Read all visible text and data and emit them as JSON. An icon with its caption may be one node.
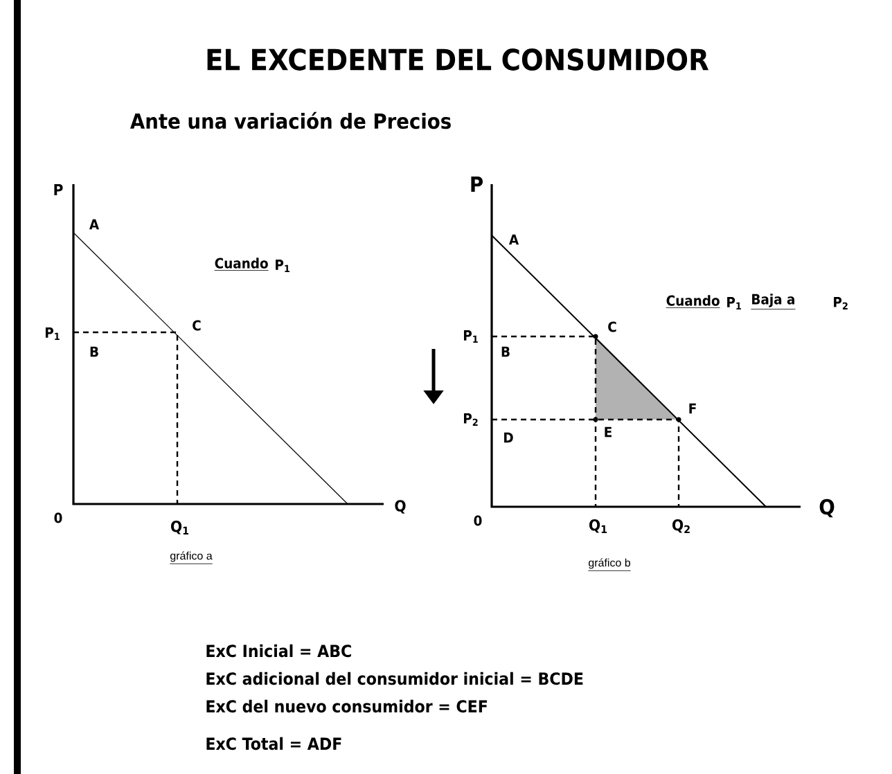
{
  "diagram": {
    "title": "EL EXCEDENTE DEL CONSUMIDOR",
    "labels": [
      "Ante una variación de Precios",
      "P",
      "A",
      "Cuando",
      "P$_{1}$",
      "P$_{1}$",
      "B",
      "C",
      "0",
      "Q",
      "Q$_{1}$",
      "gráfico a",
      "P",
      "A",
      "Cuando",
      "P$_{1}$",
      "Baja a",
      "P$_{2}$",
      "P$_{1}$",
      "C",
      "B",
      "F",
      "P$_{2}$",
      "E",
      "D",
      "0",
      "Q",
      "Q$_{1}$",
      "Q$_{2}$",
      "gráfico b",
      "ExC Inicial = ABC",
      "ExC adicional del consumidor inicial = BCDE",
      "ExC del nuevo consumidor = CEF",
      "ExC Total = ADF"
    ]
  }
}
